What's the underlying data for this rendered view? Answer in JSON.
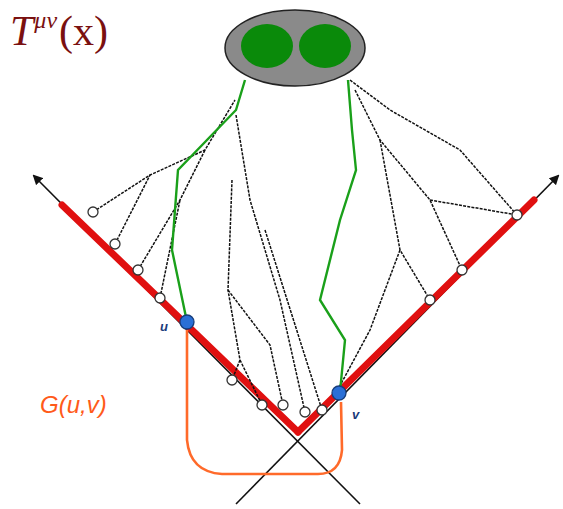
{
  "diagram": {
    "labels": [
      "T",
      "μν",
      "(x)",
      "u",
      "v",
      "G(u,v)"
    ]
  }
}
